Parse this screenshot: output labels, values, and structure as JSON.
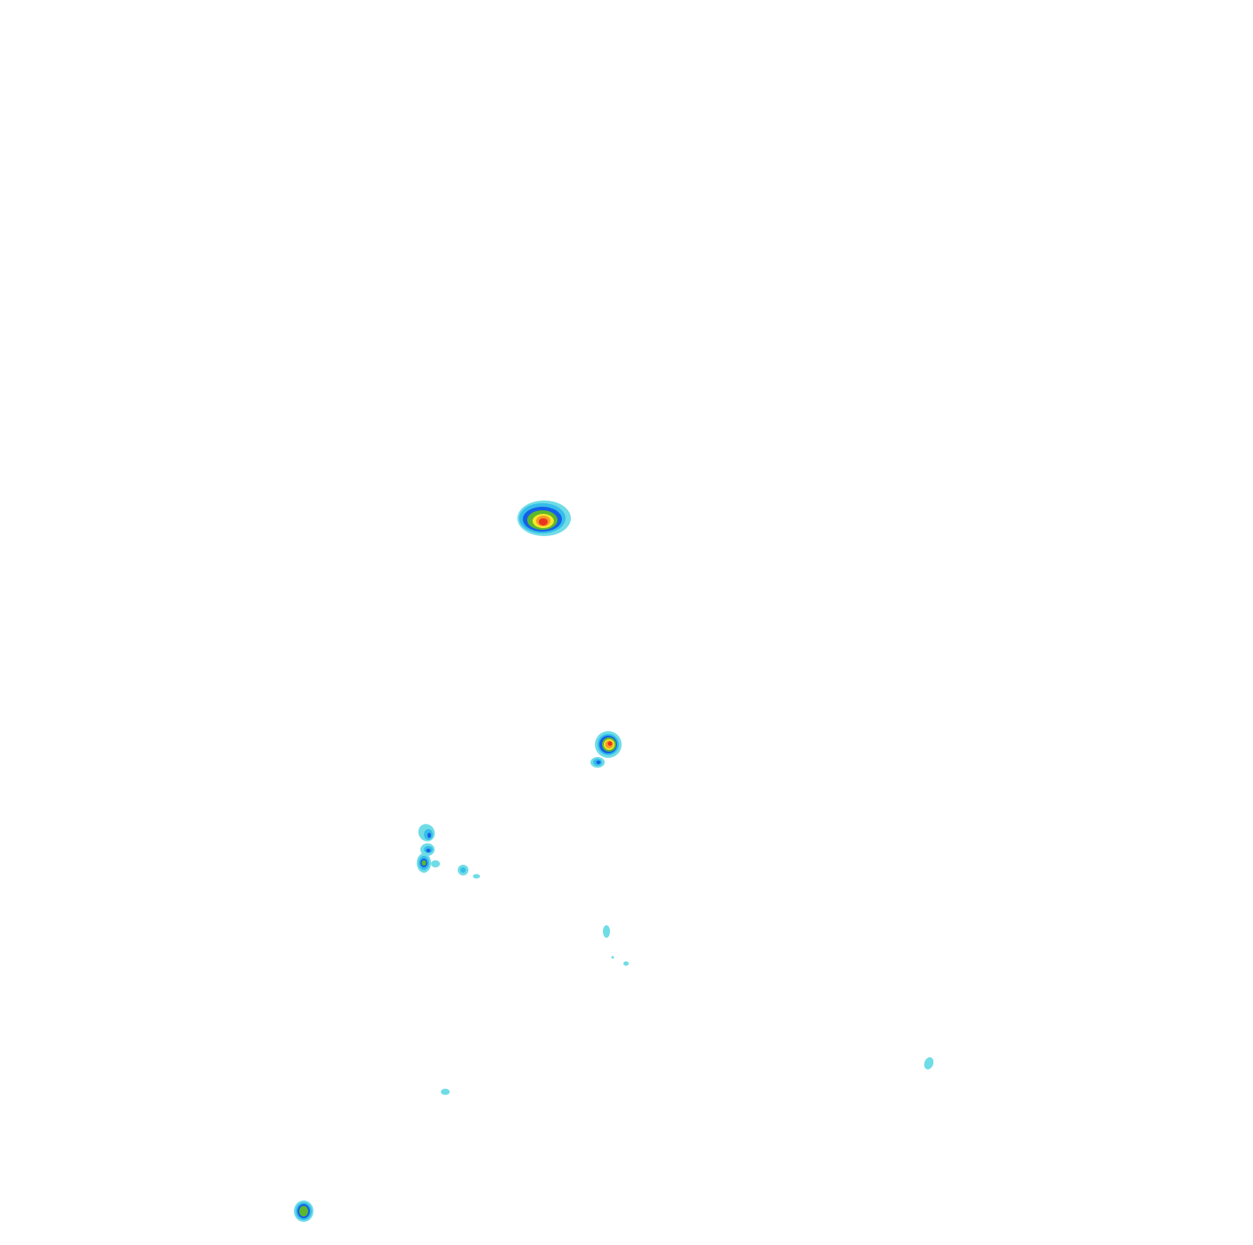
{
  "map": {
    "kind": "precipitation-radar-overlay",
    "background": "#ffffff",
    "palette": {
      "light-cyan": "#6fdce6",
      "cyan": "#35bde9",
      "blue": "#1560e8",
      "green": "#5cb82e",
      "yellow": "#f5e829",
      "orange": "#f59a2a",
      "red": "#e8341f"
    },
    "cells": [
      {
        "name": "storm-cell-main",
        "levels": [
          "light-cyan",
          "cyan",
          "blue",
          "green",
          "yellow",
          "orange",
          "red"
        ]
      },
      {
        "name": "storm-cell-east",
        "levels": [
          "light-cyan",
          "cyan",
          "blue",
          "green",
          "yellow",
          "orange",
          "red"
        ]
      },
      {
        "name": "storm-cell-east-small",
        "levels": [
          "light-cyan",
          "cyan",
          "blue"
        ]
      },
      {
        "name": "storm-cluster-west-1",
        "levels": [
          "light-cyan",
          "cyan",
          "blue"
        ]
      },
      {
        "name": "storm-cluster-west-2",
        "levels": [
          "light-cyan",
          "cyan",
          "blue"
        ]
      },
      {
        "name": "storm-cluster-west-3",
        "levels": [
          "light-cyan",
          "cyan",
          "blue",
          "green"
        ]
      },
      {
        "name": "storm-cluster-west-4",
        "levels": [
          "light-cyan"
        ]
      },
      {
        "name": "storm-fleck-1",
        "levels": [
          "light-cyan",
          "cyan"
        ]
      },
      {
        "name": "storm-fleck-2",
        "levels": [
          "light-cyan"
        ]
      },
      {
        "name": "storm-fleck-3",
        "levels": [
          "light-cyan"
        ]
      },
      {
        "name": "storm-fleck-4",
        "levels": [
          "light-cyan"
        ]
      },
      {
        "name": "storm-fleck-5",
        "levels": [
          "light-cyan"
        ]
      },
      {
        "name": "storm-fleck-6",
        "levels": [
          "light-cyan"
        ]
      },
      {
        "name": "storm-fleck-7",
        "levels": [
          "light-cyan"
        ]
      },
      {
        "name": "storm-cell-south",
        "levels": [
          "light-cyan",
          "cyan",
          "blue",
          "green"
        ]
      }
    ]
  }
}
